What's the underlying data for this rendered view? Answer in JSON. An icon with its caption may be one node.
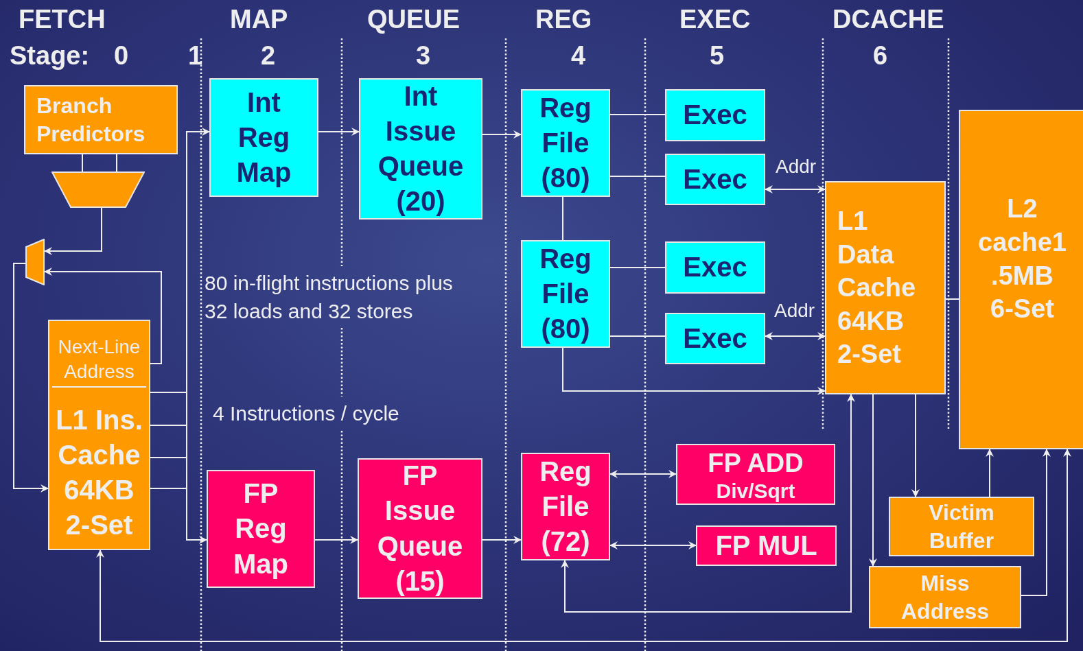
{
  "diagram": {
    "nodes": [
      {
        "text": [
          "Branch Predictors"
        ]
      },
      {
        "text": [],
        "shape": "trapezoid"
      },
      {
        "text": [],
        "shape": "trapezoid"
      },
      {
        "text": [
          "Next-Line Address",
          "L1 Ins. Cache 64KB 2-Set"
        ]
      },
      {
        "text": [
          "Int Reg Map"
        ]
      },
      {
        "text": [
          "Int Issue Queue (20)"
        ]
      },
      {
        "text": [
          "Reg File (80)"
        ]
      },
      {
        "text": [
          "Reg File (80)"
        ]
      },
      {
        "text": [
          "Exec"
        ]
      },
      {
        "text": [
          "Exec"
        ]
      },
      {
        "text": [
          "Exec"
        ]
      },
      {
        "text": [
          "Exec"
        ]
      },
      {
        "text": [
          "L1 Data Cache 64KB 2-Set"
        ]
      },
      {
        "text": [
          "L2 cache1 .5MB 6-Set"
        ]
      },
      {
        "text": [
          "FP Reg Map"
        ]
      },
      {
        "text": [
          "FP Issue Queue (15)"
        ]
      },
      {
        "text": [
          "Reg File (72)"
        ]
      },
      {
        "text": [
          "FP ADD",
          "Div/Sqrt"
        ]
      },
      {
        "text": [
          "FP MUL"
        ]
      },
      {
        "text": [
          "Victim Buffer"
        ]
      },
      {
        "text": [
          "Miss Address"
        ]
      }
    ],
    "edges": [
      {
        "from": 3,
        "to": 4,
        "arrow": "to"
      },
      {
        "from": 3,
        "to": 14,
        "arrow": "to"
      },
      {
        "from": 0,
        "to": 1,
        "arrow": "none"
      },
      {
        "from": 0,
        "to": 1,
        "arrow": "none"
      },
      {
        "from": 1,
        "to": 2,
        "arrow": "to"
      },
      {
        "from": 3,
        "to": 2,
        "arrow": "to"
      },
      {
        "from": 2,
        "to": 3,
        "arrow": "to"
      },
      {
        "from": 4,
        "to": 5,
        "arrow": "to"
      },
      {
        "from": 5,
        "to": 6,
        "arrow": "to"
      },
      {
        "from": 6,
        "to": 8,
        "arrow": "none"
      },
      {
        "from": 6,
        "to": 9,
        "arrow": "none"
      },
      {
        "from": 6,
        "to": 7,
        "arrow": "none"
      },
      {
        "from": 7,
        "to": 10,
        "arrow": "none"
      },
      {
        "from": 7,
        "to": 11,
        "arrow": "none"
      },
      {
        "from": 9,
        "to": 12,
        "arrow": "both",
        "label": "Addr"
      },
      {
        "from": 11,
        "to": 12,
        "arrow": "both",
        "label": "Addr"
      },
      {
        "from": 7,
        "to": 12,
        "arrow": "to"
      },
      {
        "from": 14,
        "to": 15,
        "arrow": "to"
      },
      {
        "from": 15,
        "to": 16,
        "arrow": "to"
      },
      {
        "from": 16,
        "to": 17,
        "arrow": "both"
      },
      {
        "from": 16,
        "to": 18,
        "arrow": "both"
      },
      {
        "from": 12,
        "to": 16,
        "arrow": "both"
      },
      {
        "from": 12,
        "to": 20,
        "arrow": "to"
      },
      {
        "from": 12,
        "to": 19,
        "arrow": "to"
      },
      {
        "from": 19,
        "to": 13,
        "arrow": "to"
      },
      {
        "from": 20,
        "to": 13,
        "arrow": "to"
      },
      {
        "from": 12,
        "to": 13,
        "arrow": "none"
      },
      {
        "from": 13,
        "to": 3,
        "arrow": "both"
      }
    ],
    "labels": [
      "FETCH",
      "MAP",
      "QUEUE",
      "REG",
      "EXEC",
      "DCACHE",
      "Stage:",
      "0",
      "1",
      "2",
      "3",
      "4",
      "5",
      "6",
      "80 in-flight instructions plus 32 loads and 32 stores",
      "4 Instructions / cycle"
    ]
  }
}
